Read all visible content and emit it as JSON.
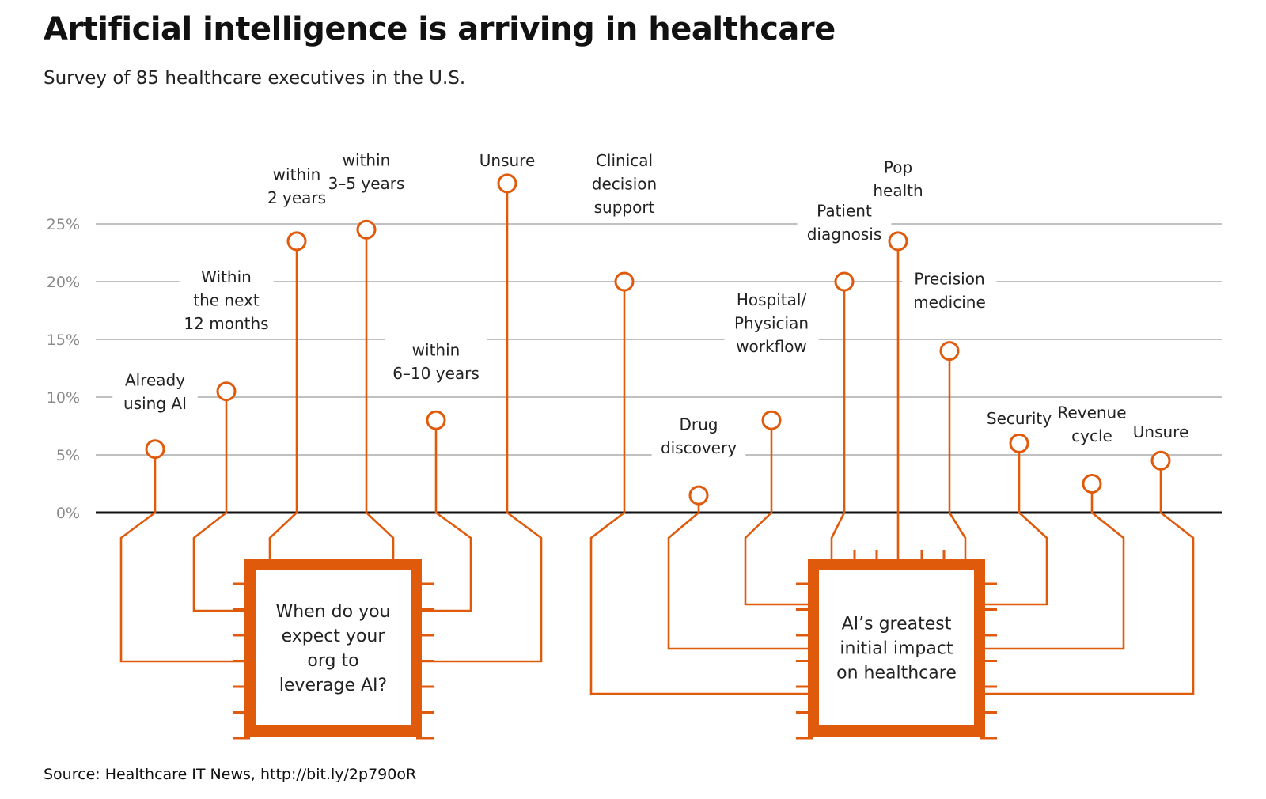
{
  "title": "Artificial intelligence is arriving in healthcare",
  "subtitle": "Survey of 85 healthcare executives in the U.S.",
  "source": "Source: Healthcare IT News, http://bit.ly/2p790oR",
  "colors": {
    "accent": "#e05a0c",
    "grid": "#9a9a9a",
    "axis": "#111111",
    "tick_text": "#8a8a8a"
  },
  "chart_data": [
    {
      "type": "lollipop",
      "title": "When do you expect your org to leverage AI?",
      "y_ticks": [
        "0%",
        "5%",
        "10%",
        "15%",
        "20%",
        "25%"
      ],
      "ylim": [
        0,
        25
      ],
      "categories": [
        "Already using AI",
        "Within the next 12 months",
        "within 2 years",
        "within 3–5 years",
        "within 6–10 years",
        "Unsure"
      ],
      "label_lines": [
        [
          "Already",
          "using AI"
        ],
        [
          "Within",
          "the next",
          "12 months"
        ],
        [
          "within",
          "2 years"
        ],
        [
          "within",
          "3–5 years"
        ],
        [
          "within",
          "6–10 years"
        ],
        [
          "Unsure"
        ]
      ],
      "values": [
        5.5,
        10.5,
        23.5,
        24.5,
        8.0,
        28.5
      ]
    },
    {
      "type": "lollipop",
      "title": "AI’s greatest initial impact on healthcare",
      "categories": [
        "Clinical decision support",
        "Drug discovery",
        "Hospital/ Physician workflow",
        "Patient diagnosis",
        "Pop health",
        "Precision medicine",
        "Security",
        "Revenue cycle",
        "Unsure"
      ],
      "label_lines": [
        [
          "Clinical",
          "decision",
          "support"
        ],
        [
          "Drug",
          "discovery"
        ],
        [
          "Hospital/",
          "Physician",
          "workflow"
        ],
        [
          "Patient",
          "diagnosis"
        ],
        [
          "Pop",
          "health"
        ],
        [
          "Precision",
          "medicine"
        ],
        [
          "Security"
        ],
        [
          "Revenue",
          "cycle"
        ],
        [
          "Unsure"
        ]
      ],
      "values": [
        20.0,
        1.5,
        8.0,
        20.0,
        23.5,
        14.0,
        6.0,
        2.5,
        4.5
      ]
    }
  ],
  "questions": [
    {
      "lines": [
        "When do you",
        "expect your",
        "org to",
        "leverage AI?"
      ]
    },
    {
      "lines": [
        "AI’s greatest",
        "initial impact",
        "on healthcare"
      ]
    }
  ]
}
